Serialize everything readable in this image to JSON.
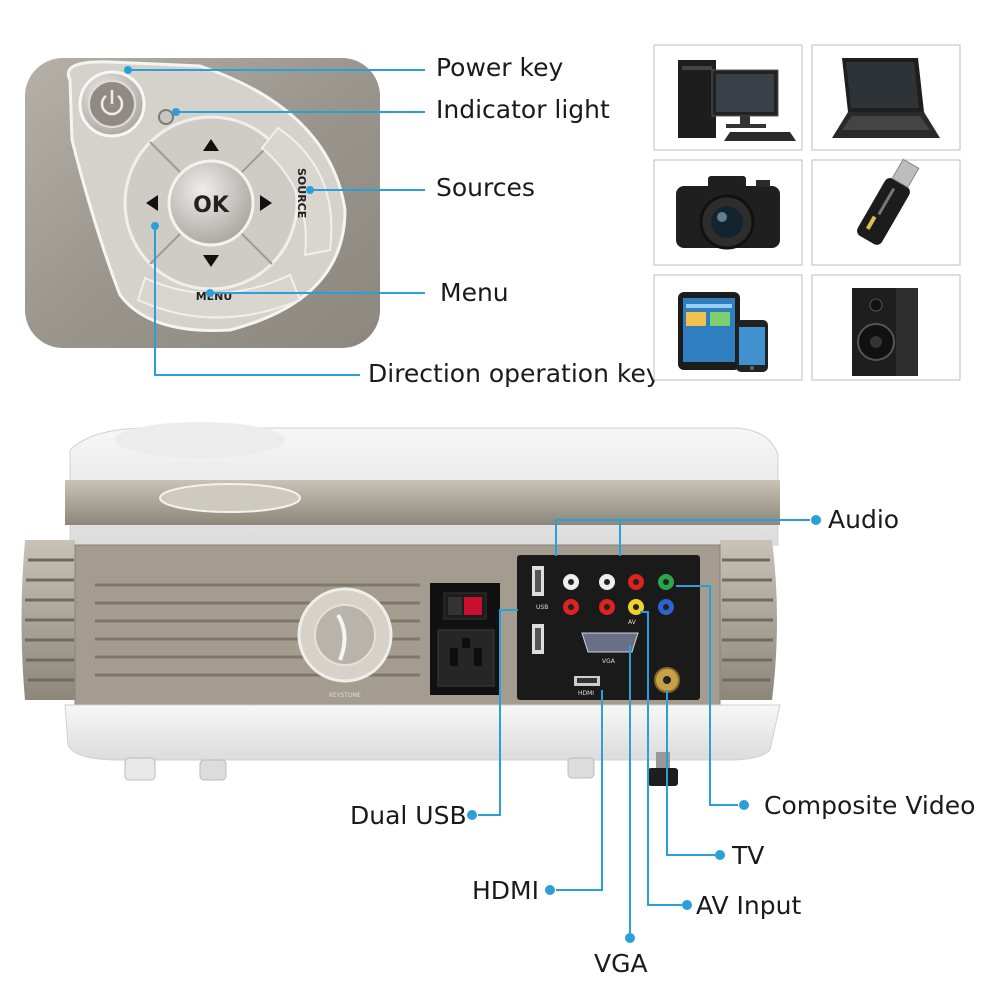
{
  "panel": {
    "ok": "OK",
    "source": "SOURCE",
    "menu": "MENU"
  },
  "callouts": {
    "power_key": "Power key",
    "indicator_light": "Indicator light",
    "sources": "Sources",
    "menu": "Menu",
    "direction_key": "Direction operation key",
    "audio": "Audio",
    "composite_video": "Composite Video",
    "tv": "TV",
    "av_input": "AV Input",
    "dual_usb": "Dual USB",
    "hdmi": "HDMI",
    "vga": "VGA"
  },
  "ports": {
    "usb": "USB",
    "vga": "VGA",
    "hdmi": "HDMI",
    "av": "AV",
    "keystone": "KEYSTONE"
  },
  "devices": [
    "desktop-computer",
    "laptop",
    "dslr-camera",
    "usb-flash-drive",
    "tablet-and-phone",
    "speaker"
  ],
  "colors": {
    "accent": "#2a9fd8",
    "body_metal": "#a39c8f",
    "panel_bg": "#9b968e"
  }
}
